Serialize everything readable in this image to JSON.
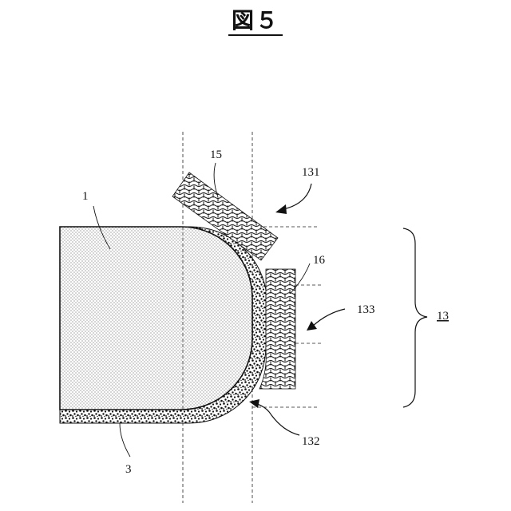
{
  "figure_title": "図５",
  "labels": {
    "substrate": "1",
    "coating_layer": "3",
    "region": "13",
    "region_upper": "131",
    "region_lower": "132",
    "region_middle": "133",
    "member_15": "15",
    "member_16": "16"
  }
}
